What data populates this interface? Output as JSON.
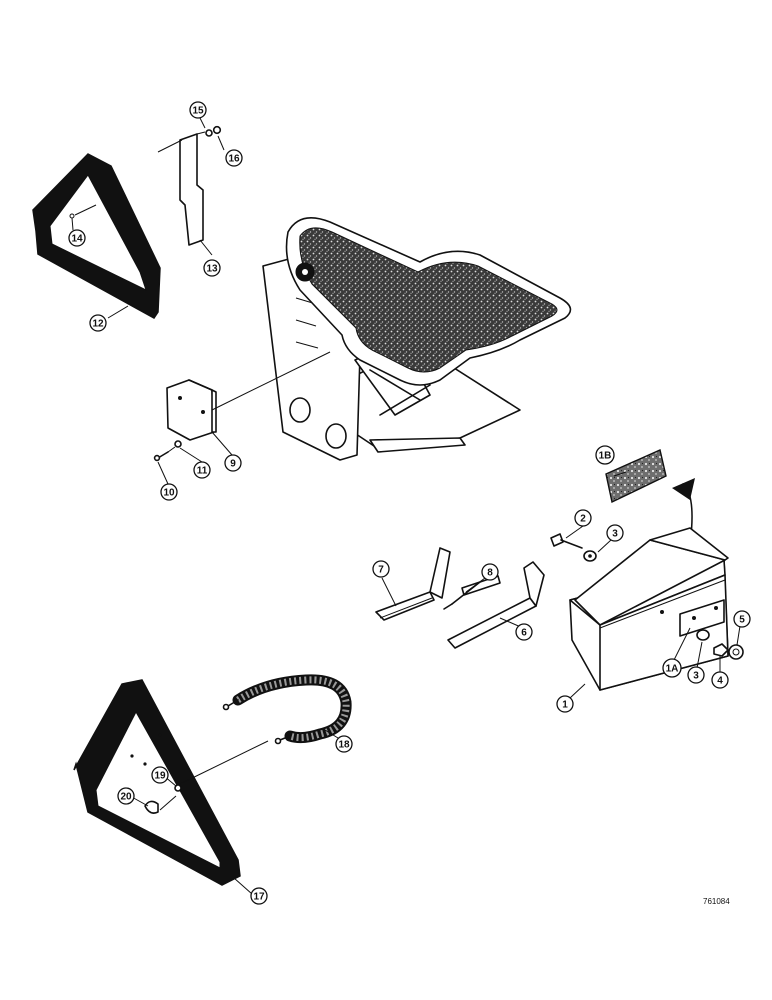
{
  "drawing_number": "761084",
  "callouts": [
    {
      "id": "c1",
      "label": "1"
    },
    {
      "id": "c1a",
      "label": "1A"
    },
    {
      "id": "c1b",
      "label": "1B"
    },
    {
      "id": "c2",
      "label": "2"
    },
    {
      "id": "c3a",
      "label": "3"
    },
    {
      "id": "c3b",
      "label": "3"
    },
    {
      "id": "c4",
      "label": "4"
    },
    {
      "id": "c5",
      "label": "5"
    },
    {
      "id": "c6",
      "label": "6"
    },
    {
      "id": "c7",
      "label": "7"
    },
    {
      "id": "c8",
      "label": "8"
    },
    {
      "id": "c9",
      "label": "9"
    },
    {
      "id": "c10",
      "label": "10"
    },
    {
      "id": "c11",
      "label": "11"
    },
    {
      "id": "c12",
      "label": "12"
    },
    {
      "id": "c13",
      "label": "13"
    },
    {
      "id": "c14",
      "label": "14"
    },
    {
      "id": "c15",
      "label": "15"
    },
    {
      "id": "c16",
      "label": "16"
    },
    {
      "id": "c17",
      "label": "17"
    },
    {
      "id": "c18",
      "label": "18"
    },
    {
      "id": "c19",
      "label": "19"
    },
    {
      "id": "c20",
      "label": "20"
    }
  ]
}
